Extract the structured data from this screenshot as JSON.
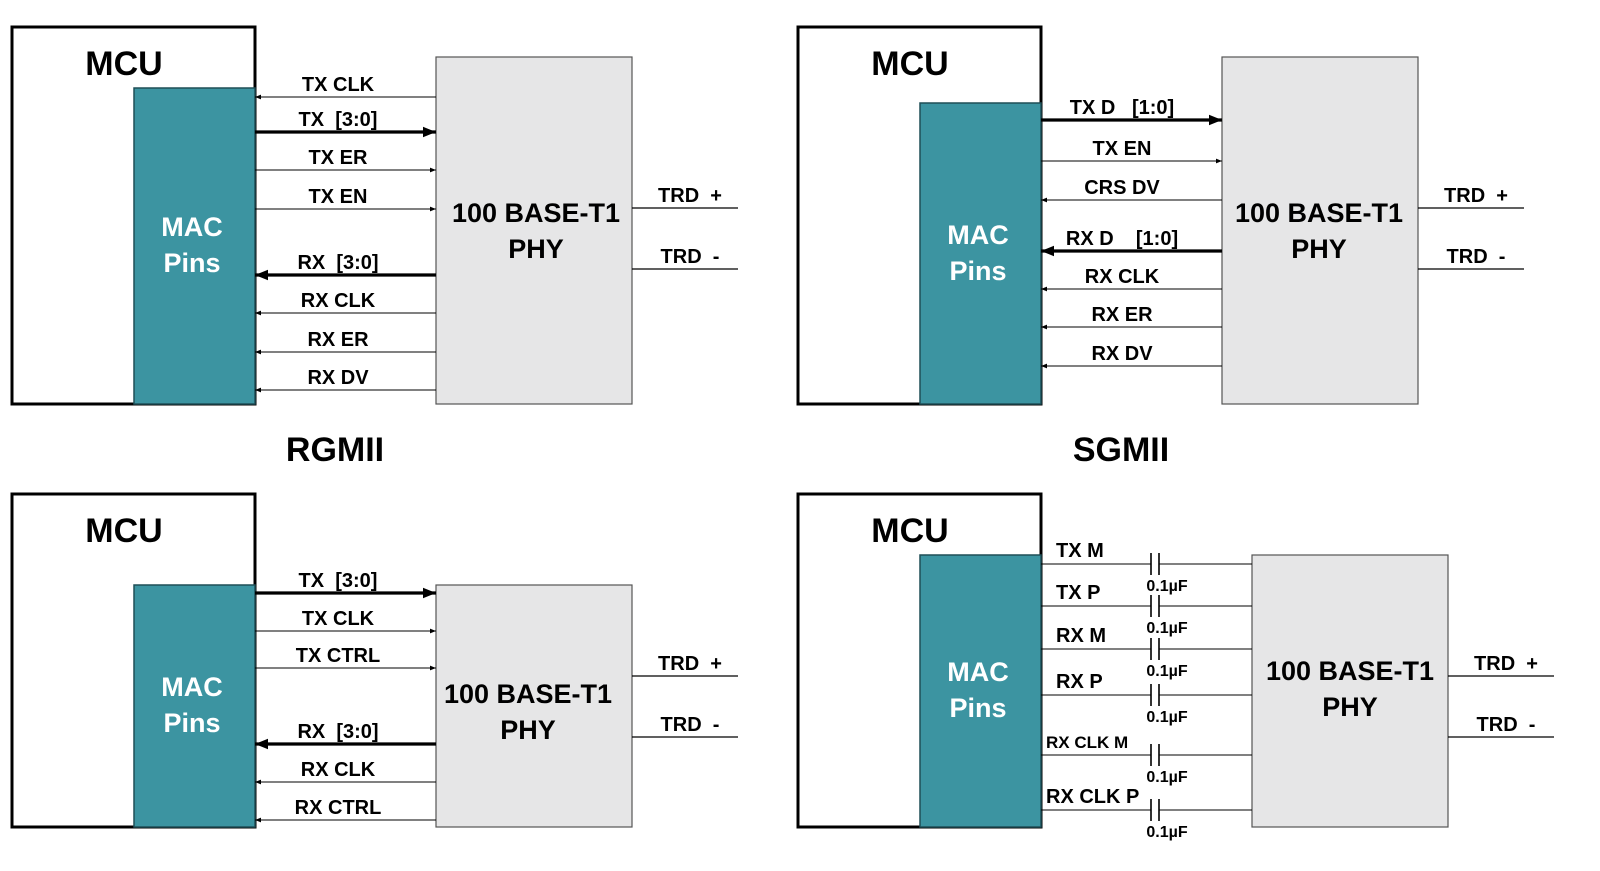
{
  "colors": {
    "mac": "#3c94a1",
    "phy": "#e6e6e7",
    "line": "#000000",
    "mac_text": "#ffffff"
  },
  "panels": [
    {
      "id": "mii",
      "title": "",
      "mcu_label": "MCU",
      "mac_label": [
        "MAC",
        "Pins"
      ],
      "phy_label": [
        "100 BASE-T1",
        "PHY"
      ],
      "trd": [
        "TRD  +",
        "TRD  -"
      ],
      "signals": [
        {
          "label": "TX CLK",
          "dir": "to_mac",
          "bus": false
        },
        {
          "label": "TX  [3:0]",
          "dir": "to_phy",
          "bus": true
        },
        {
          "label": "TX ER",
          "dir": "to_phy",
          "bus": false
        },
        {
          "label": "TX EN",
          "dir": "to_phy",
          "bus": false
        },
        {
          "label": "RX  [3:0]",
          "dir": "to_mac",
          "bus": true
        },
        {
          "label": "RX CLK",
          "dir": "to_mac",
          "bus": false
        },
        {
          "label": "RX ER",
          "dir": "to_mac",
          "bus": false
        },
        {
          "label": "RX DV",
          "dir": "to_mac",
          "bus": false
        }
      ]
    },
    {
      "id": "rmii",
      "title": "",
      "mcu_label": "MCU",
      "mac_label": [
        "MAC",
        "Pins"
      ],
      "phy_label": [
        "100 BASE-T1",
        "PHY"
      ],
      "trd": [
        "TRD  +",
        "TRD  -"
      ],
      "signals": [
        {
          "label": "TX D   [1:0]",
          "dir": "to_phy",
          "bus": true
        },
        {
          "label": "TX EN",
          "dir": "to_phy",
          "bus": false
        },
        {
          "label": "CRS DV",
          "dir": "to_mac",
          "bus": false
        },
        {
          "label": "RX D    [1:0]",
          "dir": "to_mac",
          "bus": true
        },
        {
          "label": "RX CLK",
          "dir": "to_mac",
          "bus": false
        },
        {
          "label": "RX ER",
          "dir": "to_mac",
          "bus": false
        },
        {
          "label": "RX DV",
          "dir": "to_mac",
          "bus": false
        }
      ]
    },
    {
      "id": "rgmii",
      "title": "RGMII",
      "mcu_label": "MCU",
      "mac_label": [
        "MAC",
        "Pins"
      ],
      "phy_label": [
        "100 BASE-T1",
        "PHY"
      ],
      "trd": [
        "TRD  +",
        "TRD  -"
      ],
      "signals": [
        {
          "label": "TX  [3:0]",
          "dir": "to_phy",
          "bus": true
        },
        {
          "label": "TX CLK",
          "dir": "to_phy",
          "bus": false
        },
        {
          "label": "TX CTRL",
          "dir": "to_phy",
          "bus": false
        },
        {
          "label": "RX  [3:0]",
          "dir": "to_mac",
          "bus": true
        },
        {
          "label": "RX CLK",
          "dir": "to_mac",
          "bus": false
        },
        {
          "label": "RX CTRL",
          "dir": "to_mac",
          "bus": false
        }
      ]
    },
    {
      "id": "sgmii",
      "title": "SGMII",
      "mcu_label": "MCU",
      "mac_label": [
        "MAC",
        "Pins"
      ],
      "phy_label": [
        "100 BASE-T1",
        "PHY"
      ],
      "trd": [
        "TRD  +",
        "TRD  -"
      ],
      "signals": [
        {
          "label": "TX M"
        },
        {
          "label": "TX P"
        },
        {
          "label": "RX M"
        },
        {
          "label": "RX P"
        },
        {
          "label": "RX CLK M"
        },
        {
          "label": "RX CLK P"
        }
      ],
      "capacitors": [
        "0.1µF",
        "0.1µF",
        "0.1µF",
        "0.1µF",
        "0.1µF",
        "0.1µF"
      ]
    }
  ]
}
